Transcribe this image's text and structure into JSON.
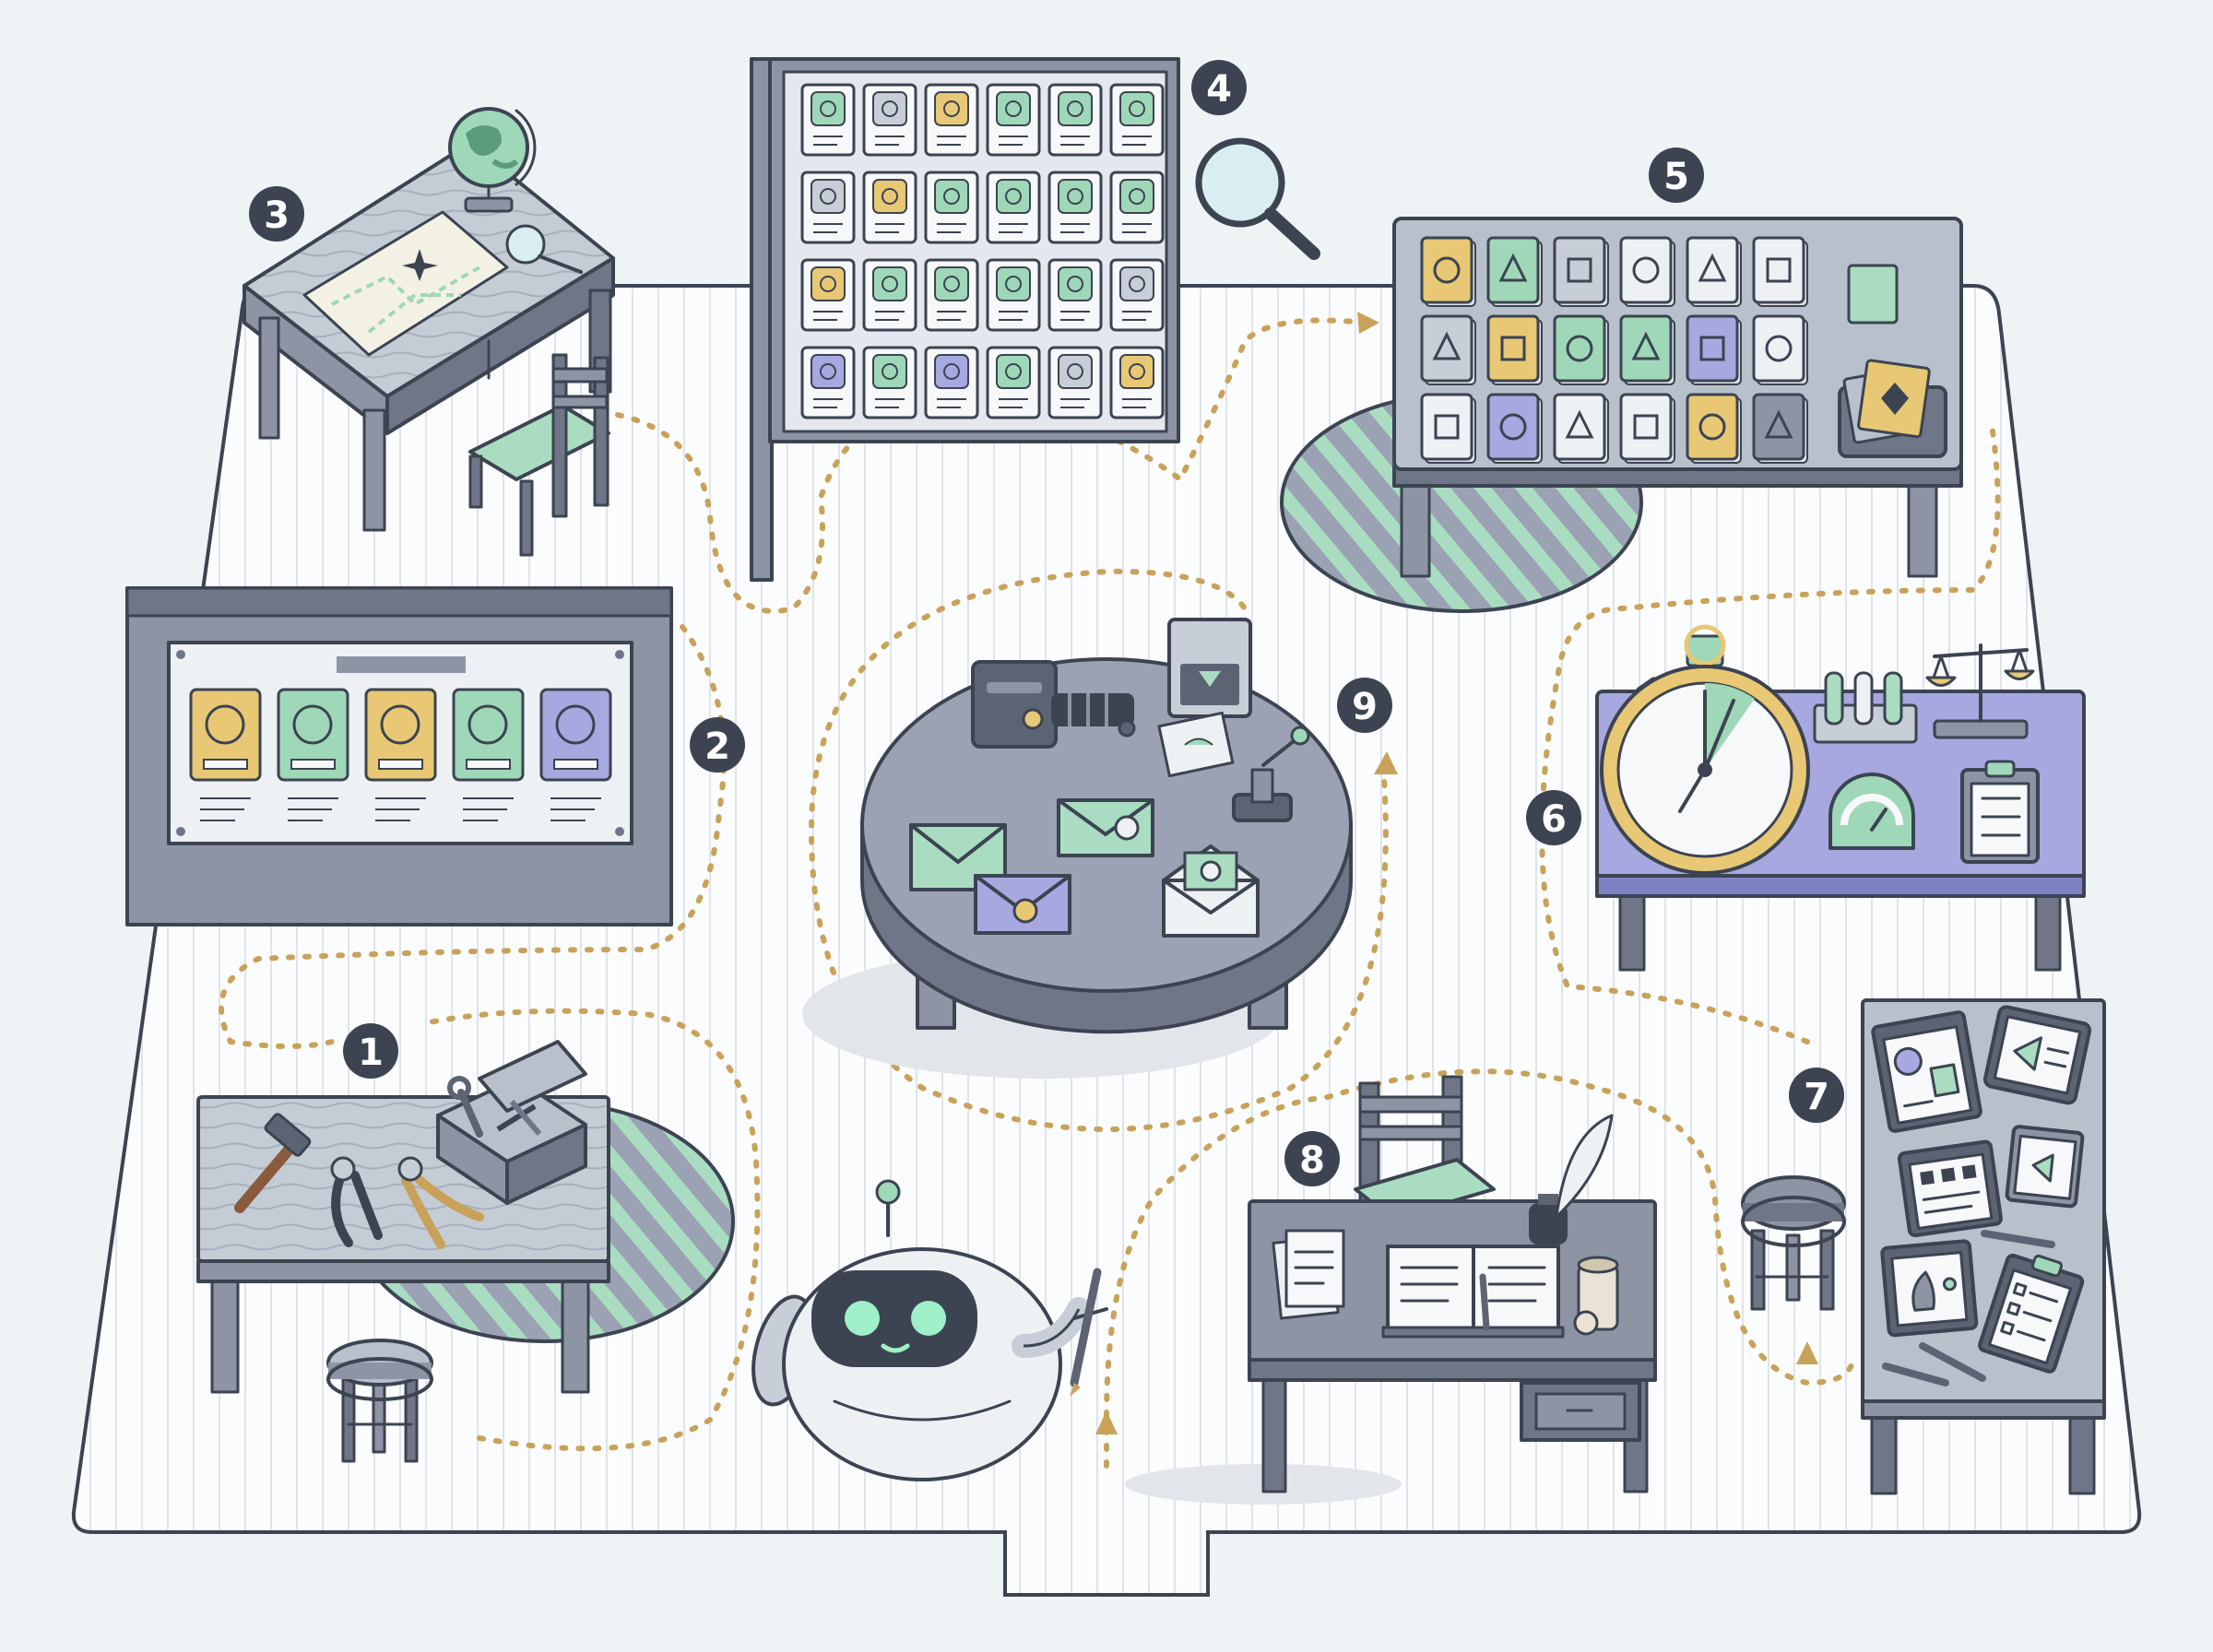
{
  "colors": {
    "background": "#eef3f6",
    "floor": "#fbfcfd",
    "outline": "#3c4452",
    "table_top": "#8d95a5",
    "table_side": "#6e7687",
    "wood": "#b9c2cc",
    "mint": "#9fd8b8",
    "lavender": "#a6a8df",
    "gold": "#e8c874",
    "path_dots": "#c9a25a",
    "badge": "#3c4452"
  },
  "stations": [
    {
      "number": "1",
      "name": "tool workbench",
      "icon": "toolbox-icon"
    },
    {
      "number": "2",
      "name": "skill board",
      "icon": "skill-cards-board"
    },
    {
      "number": "3",
      "name": "planning desk",
      "icon": "map-globe-icon"
    },
    {
      "number": "4",
      "name": "catalog board",
      "icon": "magnifier-icon"
    },
    {
      "number": "5",
      "name": "component table",
      "icon": "card-grid-icon"
    },
    {
      "number": "6",
      "name": "evaluation bench",
      "icon": "stopwatch-scale-icon"
    },
    {
      "number": "7",
      "name": "review board",
      "icon": "clipboard-icon"
    },
    {
      "number": "8",
      "name": "writing desk",
      "icon": "notebook-quill-icon"
    },
    {
      "number": "9",
      "name": "message table",
      "icon": "envelope-icon"
    }
  ],
  "robot": {
    "name": "robot agent",
    "icon": "robot-icon"
  }
}
